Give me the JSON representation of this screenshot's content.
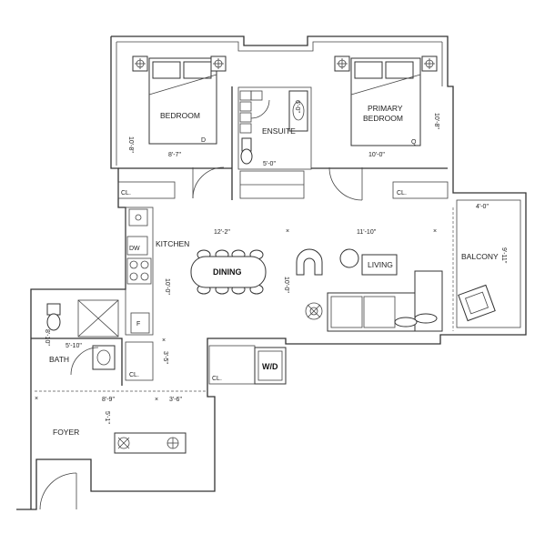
{
  "rooms": {
    "bedroom": "BEDROOM",
    "primary_line1": "PRIMARY",
    "primary_line2": "BEDROOM",
    "ensuite": "ENSUITE",
    "kitchen": "KITCHEN",
    "dining": "DINING",
    "living": "LIVING",
    "balcony": "BALCONY",
    "bath": "BATH",
    "foyer": "FOYER"
  },
  "fixtures": {
    "dw": "DW",
    "fridge": "F",
    "washer_dryer": "W/D",
    "closet": "CL.",
    "d": "D",
    "q": "Q"
  },
  "dimensions": {
    "bedroom_h": "10'-8\"",
    "bedroom_w": "8'-7\"",
    "ensuite_h": "6'-0\"",
    "ensuite_w": "5'-0\"",
    "primary_w": "10'-0\"",
    "primary_h": "10'-8\"",
    "dining_w": "12'-2\"",
    "living_w": "11'-10\"",
    "balcony_w": "4'-0\"",
    "balcony_h": "9'-11\"",
    "kitchen_h": "10'-0\"",
    "living_h": "10'-0\"",
    "bath_h": "8'-10\"",
    "bath_w": "5'-10\"",
    "hall_h": "3'-5\"",
    "foyer_w": "8'-9\"",
    "hall_w": "3'-6\"",
    "foyer_h": "5'-1\""
  }
}
